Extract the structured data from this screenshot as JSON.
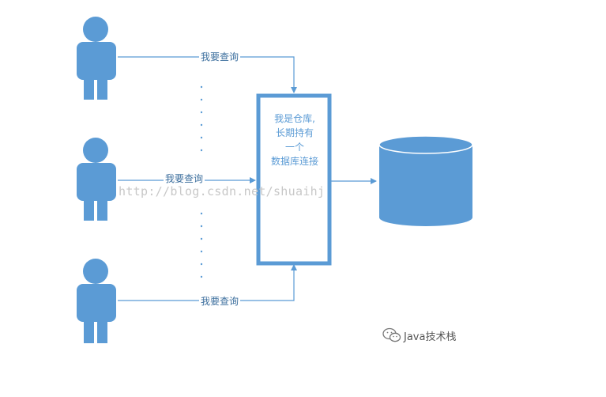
{
  "query_label_top": "我要查询",
  "query_label_middle": "我要查询",
  "query_label_bottom": "我要查询",
  "warehouse_text": {
    "line1": "我是仓库,",
    "line2": "长期持有",
    "line3": "一个",
    "line4": "数据库连接"
  },
  "watermark": "http://blog.csdn.net/shuaihj",
  "brand": {
    "name": "Java技术栈",
    "icon": "wechat-icon"
  },
  "colors": {
    "person": "#5b9bd5",
    "database": "#5b9bd5",
    "box_border": "#5b9bd5",
    "line": "#5b9bd5"
  }
}
